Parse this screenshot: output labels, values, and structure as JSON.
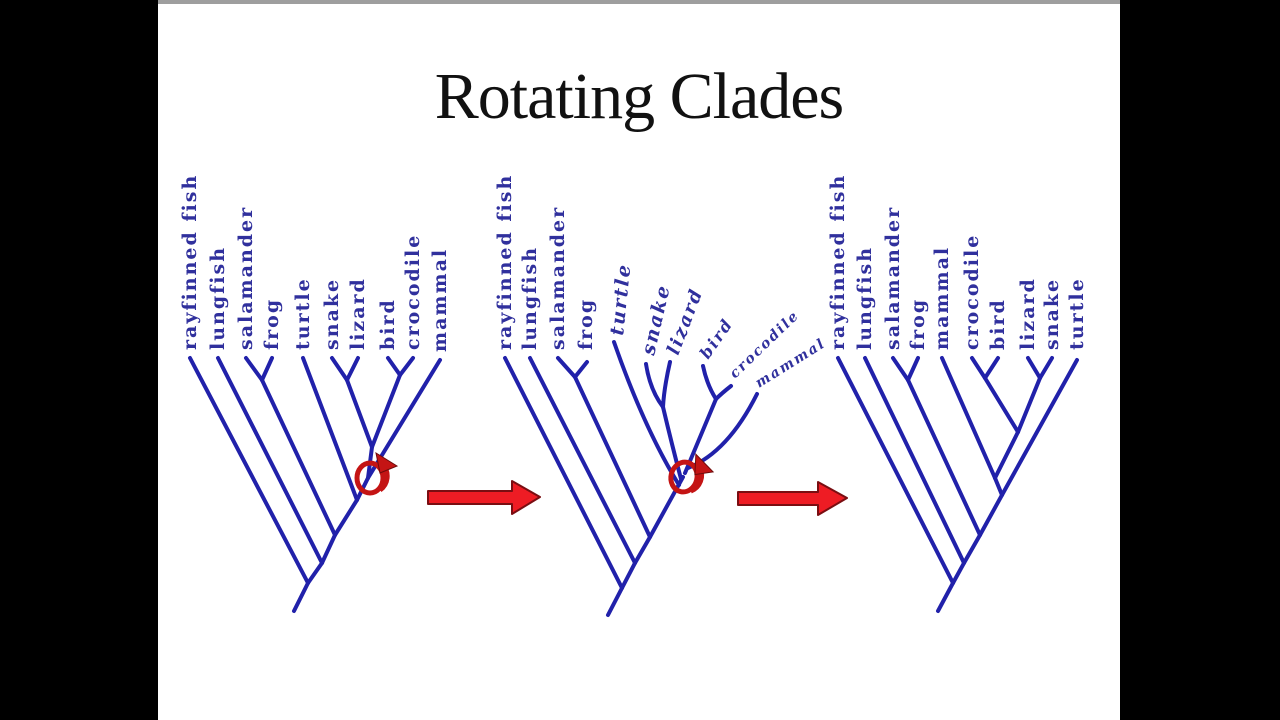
{
  "title": "Rotating Clades",
  "colors": {
    "background": "#ffffff",
    "letterbox": "#000000",
    "top_strip": "#9e9e9e",
    "tree_line": "#2121aa",
    "tip_label": "#30309d",
    "arrow_fill": "#ee1c24",
    "arrow_outline": "#7a0e12",
    "rotation_symbol": "#c41414",
    "title_color": "#111111"
  },
  "trees": [
    {
      "id": "initial-tree",
      "tips": [
        "rayfinned fish",
        "lungfish",
        "salamander",
        "frog",
        "turtle",
        "snake",
        "lizard",
        "bird",
        "crocodile",
        "mammal"
      ]
    },
    {
      "id": "rotating-tree",
      "tips": [
        "rayfinned fish",
        "lungfish",
        "salamander",
        "frog",
        "turtle",
        "snake",
        "lizard",
        "bird",
        "crocodile",
        "mammal"
      ]
    },
    {
      "id": "rotated-tree",
      "tips": [
        "rayfinned fish",
        "lungfish",
        "salamander",
        "frog",
        "mammal",
        "crocodile",
        "bird",
        "lizard",
        "snake",
        "turtle"
      ]
    }
  ]
}
